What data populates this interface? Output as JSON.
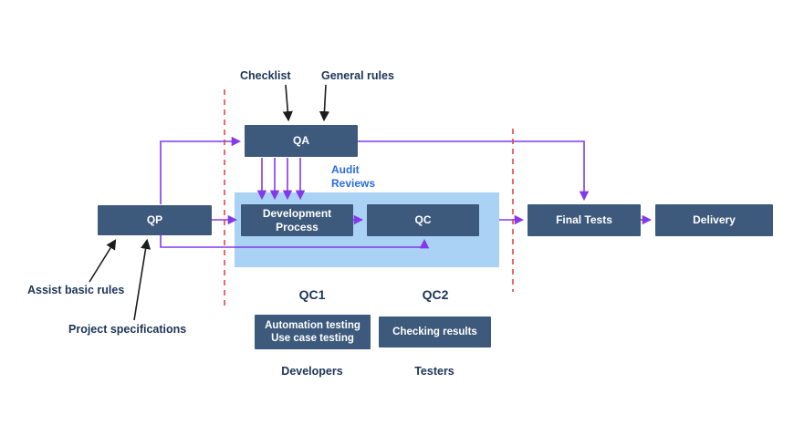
{
  "colors": {
    "node_fill": "#3d5a7d",
    "node_text": "#ffffff",
    "container_fill": "#a9d2f4",
    "arrow_purple": "#8338ec",
    "arrow_black": "#1c1c1c",
    "divider_red": "#e5383b",
    "label_text": "#1d3557",
    "annotation_blue": "#2d6cdf"
  },
  "nodes": {
    "qp": "QP",
    "qa": "QA",
    "development_process": "Development Process",
    "qc": "QC",
    "final_tests": "Final Tests",
    "delivery": "Delivery",
    "automation_testing_line1": "Automation testing",
    "automation_testing_line2": "Use case testing",
    "checking_results": "Checking results"
  },
  "labels": {
    "checklist": "Checklist",
    "general_rules": "General rules",
    "audit_line1": "Audit",
    "audit_line2": "Reviews",
    "qc1": "QC1",
    "qc2": "QC2",
    "developers": "Developers",
    "testers": "Testers",
    "assist_basic_rules": "Assist basic rules",
    "project_specifications": "Project specifications"
  }
}
